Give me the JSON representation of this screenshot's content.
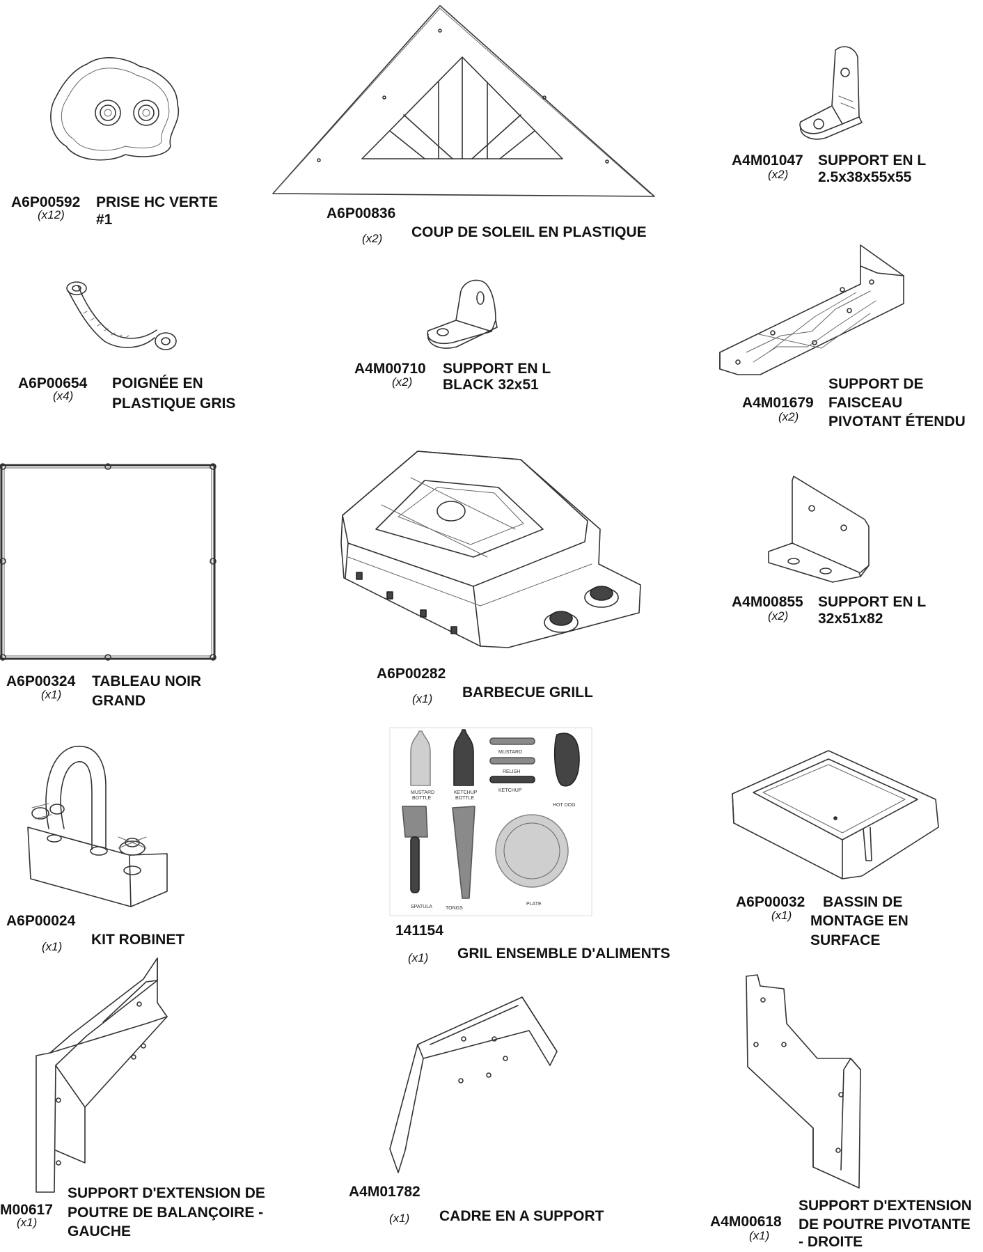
{
  "parts": [
    {
      "code": "A6P00592",
      "qty": "(x12)",
      "name_1": "PRISE HC VERTE",
      "name_2": "#1"
    },
    {
      "code": "A6P00836",
      "qty": "(x2)",
      "name_1": "COUP DE SOLEIL EN PLASTIQUE"
    },
    {
      "code": "A4M01047",
      "qty": "(x2)",
      "name_1": "SUPPORT EN L",
      "name_2": "2.5x38x55x55"
    },
    {
      "code": "A6P00654",
      "qty": "(x4)",
      "name_1": "POIGNÉE EN",
      "name_2": "PLASTIQUE GRIS"
    },
    {
      "code": "A4M00710",
      "qty": "(x2)",
      "name_1": "SUPPORT EN L",
      "name_2": "BLACK 32x51"
    },
    {
      "code": "A4M01679",
      "qty": "(x2)",
      "name_1": "SUPPORT DE",
      "name_2": "FAISCEAU",
      "name_3": "PIVOTANT ÉTENDU"
    },
    {
      "code": "A6P00324",
      "qty": "(x1)",
      "name_1": "TABLEAU NOIR",
      "name_2": "GRAND"
    },
    {
      "code": "A6P00282",
      "qty": "(x1)",
      "name_1": "BARBECUE GRILL"
    },
    {
      "code": "A4M00855",
      "qty": "(x2)",
      "name_1": "SUPPORT EN L",
      "name_2": "32x51x82"
    },
    {
      "code": "A6P00024",
      "qty": "(x1)",
      "name_1": "KIT ROBINET"
    },
    {
      "code": "141154",
      "qty": "(x1)",
      "name_1": "GRIL ENSEMBLE D'ALIMENTS"
    },
    {
      "code": "A6P00032",
      "qty": "(x1)",
      "name_1": "BASSIN DE",
      "name_2": "MONTAGE EN",
      "name_3": "SURFACE"
    },
    {
      "code": "M00617",
      "qty": "(x1)",
      "name_1": "SUPPORT D'EXTENSION DE",
      "name_2": "POUTRE DE BALANÇOIRE -",
      "name_3": "GAUCHE"
    },
    {
      "code": "A4M01782",
      "qty": "(x1)",
      "name_1": "CADRE EN A SUPPORT"
    },
    {
      "code": "A4M00618",
      "qty": "(x1)",
      "name_1": "SUPPORT D'EXTENSION",
      "name_2": "DE POUTRE PIVOTANTE",
      "name_3": "- DROITE"
    }
  ],
  "food_set_labels": {
    "mustard_bottle_1": "MUSTARD",
    "mustard_bottle_2": "BOTTLE",
    "ketchup_bottle_1": "KETCHUP",
    "ketchup_bottle_2": "BOTTLE",
    "mustard": "MUSTARD",
    "relish": "RELISH",
    "ketchup": "KETCHUP",
    "hot_dog": "HOT DOG",
    "spatula": "SPATULA",
    "tongs": "TONGS",
    "plate": "PLATE"
  }
}
